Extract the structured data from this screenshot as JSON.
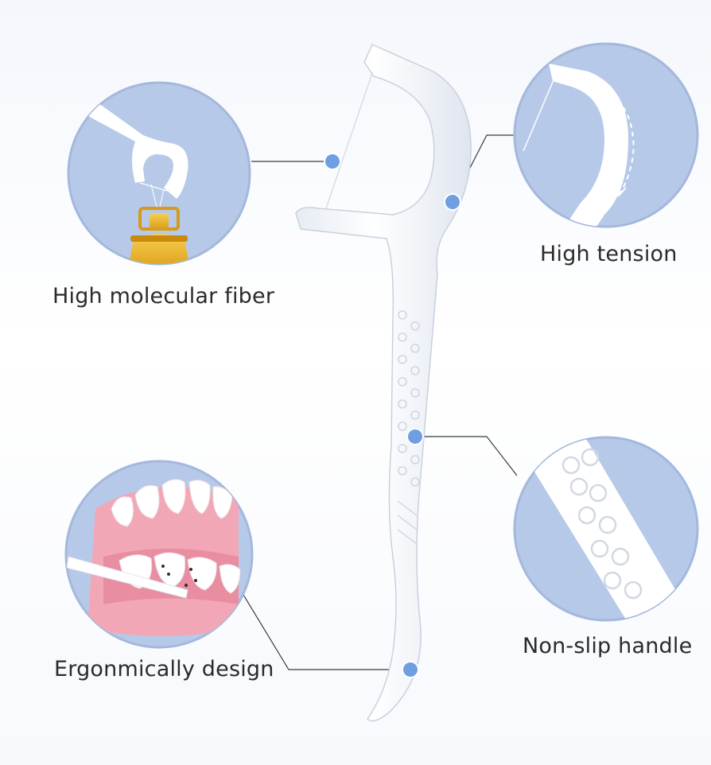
{
  "features": {
    "fiber": {
      "caption": "High molecular fiber"
    },
    "tension": {
      "caption": "High tension"
    },
    "handle": {
      "caption": "Non-slip handle"
    },
    "ergo": {
      "caption": "Ergonmically design"
    }
  },
  "colors": {
    "circle_fill": "#b7c9e8",
    "circle_stroke": "#a3b8dc",
    "dot": "#6f9fe0",
    "leader_line": "#3a3a3a",
    "pick": "#ffffff",
    "gum": "#f2a7b6",
    "oil": "#e8b020",
    "caption_text": "#2b2b2b"
  }
}
